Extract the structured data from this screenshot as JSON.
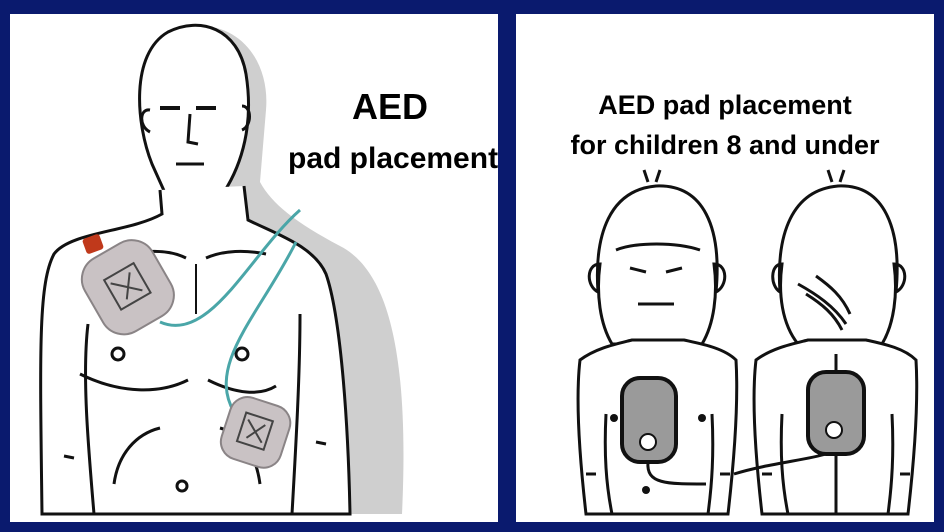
{
  "left_panel": {
    "title_line1": "AED",
    "title_line2": "pad placement"
  },
  "right_panel": {
    "title_line1": "AED pad placement",
    "title_line2": "for children 8 and under"
  },
  "colors": {
    "frame": "#0a1a6e",
    "panel_bg": "#ffffff",
    "outline": "#111111",
    "body_shadow": "#c8c8c8",
    "adult_pad": "#c9c2c4",
    "pad_connector": "#c0391b",
    "lead_wire": "#4aa6a8",
    "child_pad": "#9a9a9a"
  }
}
